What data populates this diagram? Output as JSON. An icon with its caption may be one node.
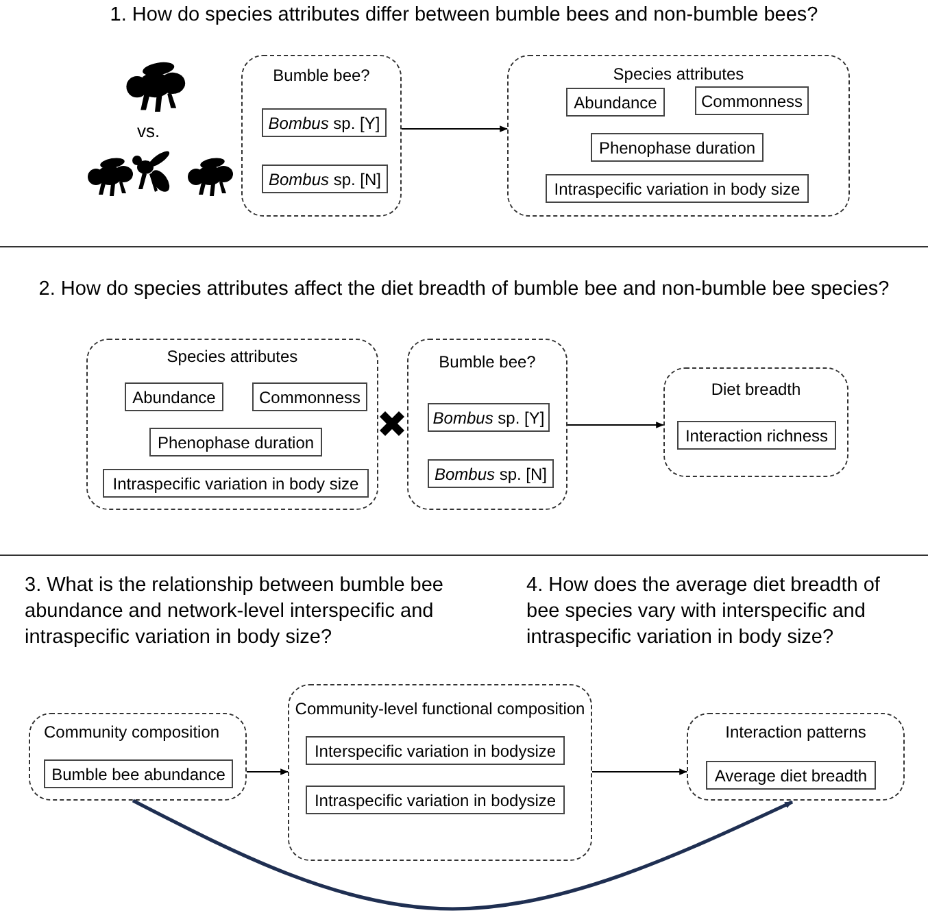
{
  "diagram": {
    "nodes": [
      {
        "text": [
          "Bumble bee?"
        ]
      },
      {
        "text": [
          "*Bombus* sp. [Y]"
        ],
        "in": 0
      },
      {
        "text": [
          "*Bombus* sp. [N]"
        ],
        "in": 0
      },
      {
        "text": [
          "Species attributes"
        ]
      },
      {
        "text": [
          "Abundance"
        ],
        "in": 3
      },
      {
        "text": [
          "Commonness"
        ],
        "in": 3
      },
      {
        "text": [
          "Phenophase duration"
        ],
        "in": 3
      },
      {
        "text": [
          "Intraspecific variation in body size"
        ],
        "in": 3
      },
      {
        "text": [
          "Species attributes"
        ]
      },
      {
        "text": [
          "Abundance"
        ],
        "in": 8
      },
      {
        "text": [
          "Commonness"
        ],
        "in": 8
      },
      {
        "text": [
          "Phenophase duration"
        ],
        "in": 8
      },
      {
        "text": [
          "Intraspecific variation in body size"
        ],
        "in": 8
      },
      {
        "text": [
          "Bumble bee?"
        ]
      },
      {
        "text": [
          "*Bombus* sp. [Y]"
        ],
        "in": 13
      },
      {
        "text": [
          "*Bombus* sp. [N]"
        ],
        "in": 13
      },
      {
        "text": [
          "Diet breadth"
        ]
      },
      {
        "text": [
          "Interaction richness"
        ],
        "in": 16
      },
      {
        "text": [
          "Community composition"
        ]
      },
      {
        "text": [
          "Bumble bee abundance"
        ],
        "in": 18
      },
      {
        "text": [
          "Community-level functional composition"
        ]
      },
      {
        "text": [
          "Interspecific variation in bodysize"
        ],
        "in": 20
      },
      {
        "text": [
          "Intraspecific variation in bodysize"
        ],
        "in": 20
      },
      {
        "text": [
          "Interaction patterns"
        ]
      },
      {
        "text": [
          "Average diet breadth"
        ],
        "in": 23
      }
    ],
    "edges": [
      {
        "from": 0,
        "to": 3,
        "arrow": "to"
      },
      {
        "from": 13,
        "to": 16,
        "arrow": "to"
      },
      {
        "from": 18,
        "to": 20,
        "arrow": "to"
      },
      {
        "from": 20,
        "to": 23,
        "arrow": "to"
      },
      {
        "from": 18,
        "to": 23,
        "arrow": "to",
        "style": "thick",
        "color": "#1f2f52"
      }
    ],
    "labels": [
      "1. How do species attributes differ between bumble bees and non-bumble bees?",
      "vs.",
      "2. How do species attributes affect the diet breadth of bumble bee and non-bumble bee species?",
      "3. What is the relationship between bumble bee abundance and network-level interspecific and intraspecific variation in body size?",
      "4. How does the average diet breadth of bee species vary with interspecific and intraspecific variation in body size?"
    ]
  }
}
